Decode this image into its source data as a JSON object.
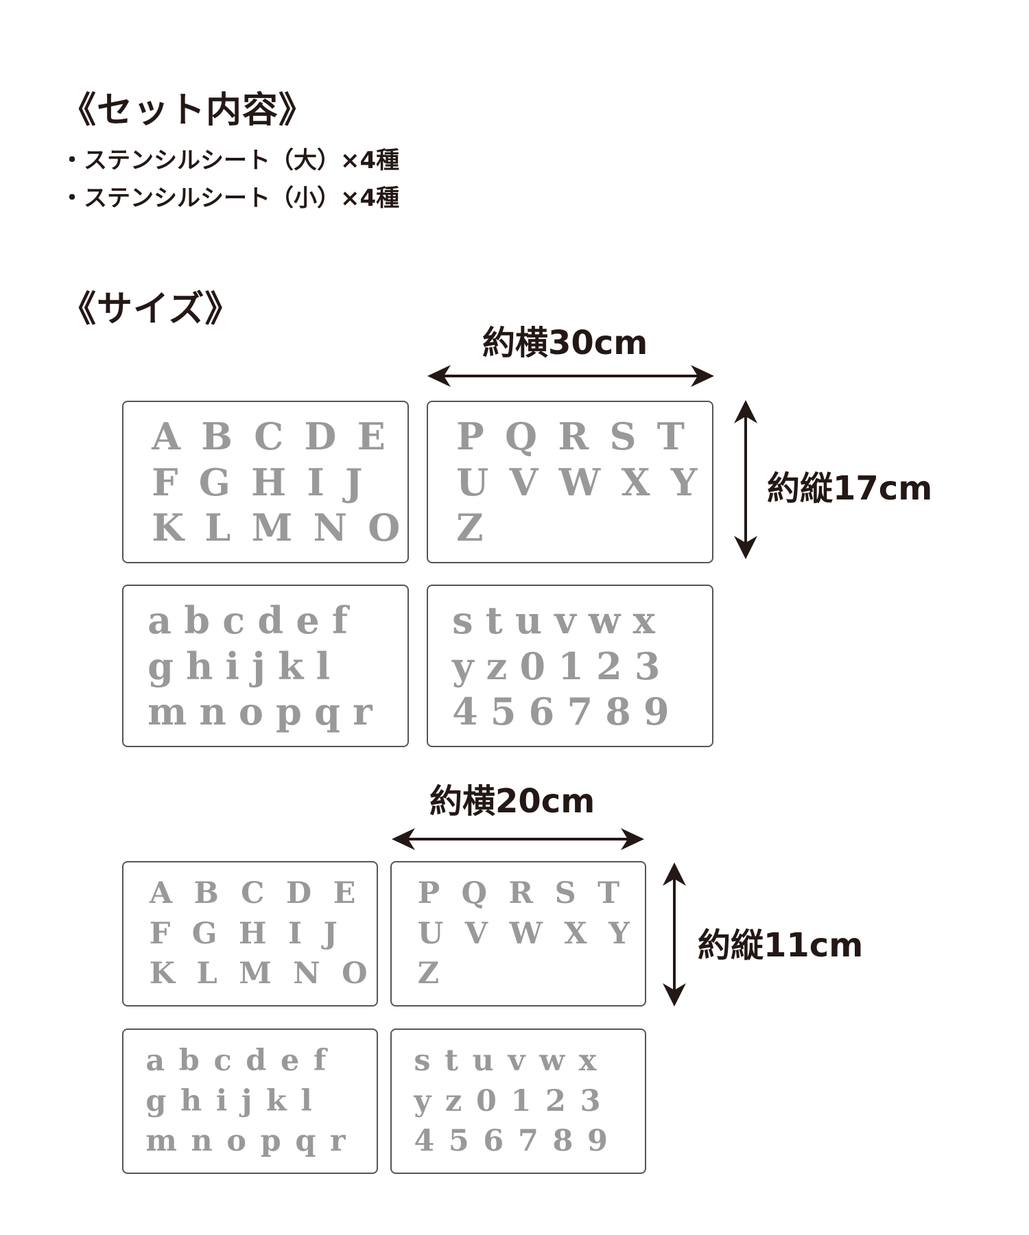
{
  "contents": {
    "heading": "《セット内容》",
    "items": [
      "・ステンシルシート（大）×4種",
      "・ステンシルシート（小）×4種"
    ]
  },
  "size": {
    "heading": "《サイズ》",
    "large": {
      "width_label": "約横30cm",
      "height_label": "約縦17cm",
      "sheets": [
        [
          "ABCDE",
          "FGHIJ",
          "KLMNO"
        ],
        [
          "PQRST",
          "UVWXY",
          "Z"
        ],
        [
          "abcdef",
          "ghijkl",
          "mnopqr"
        ],
        [
          "stuvwx",
          "yz0123",
          "456789"
        ]
      ]
    },
    "small": {
      "width_label": "約横20cm",
      "height_label": "約縦11cm",
      "sheets": [
        [
          "ABCDE",
          "FGHIJ",
          "KLMNO"
        ],
        [
          "PQRST",
          "UVWXY",
          "Z"
        ],
        [
          "abcdef",
          "ghijkl",
          "mnopqr"
        ],
        [
          "stuvwx",
          "yz0123",
          "456789"
        ]
      ]
    }
  },
  "colors": {
    "text": "#231815",
    "stencil": "#999999",
    "border": "#555555"
  }
}
